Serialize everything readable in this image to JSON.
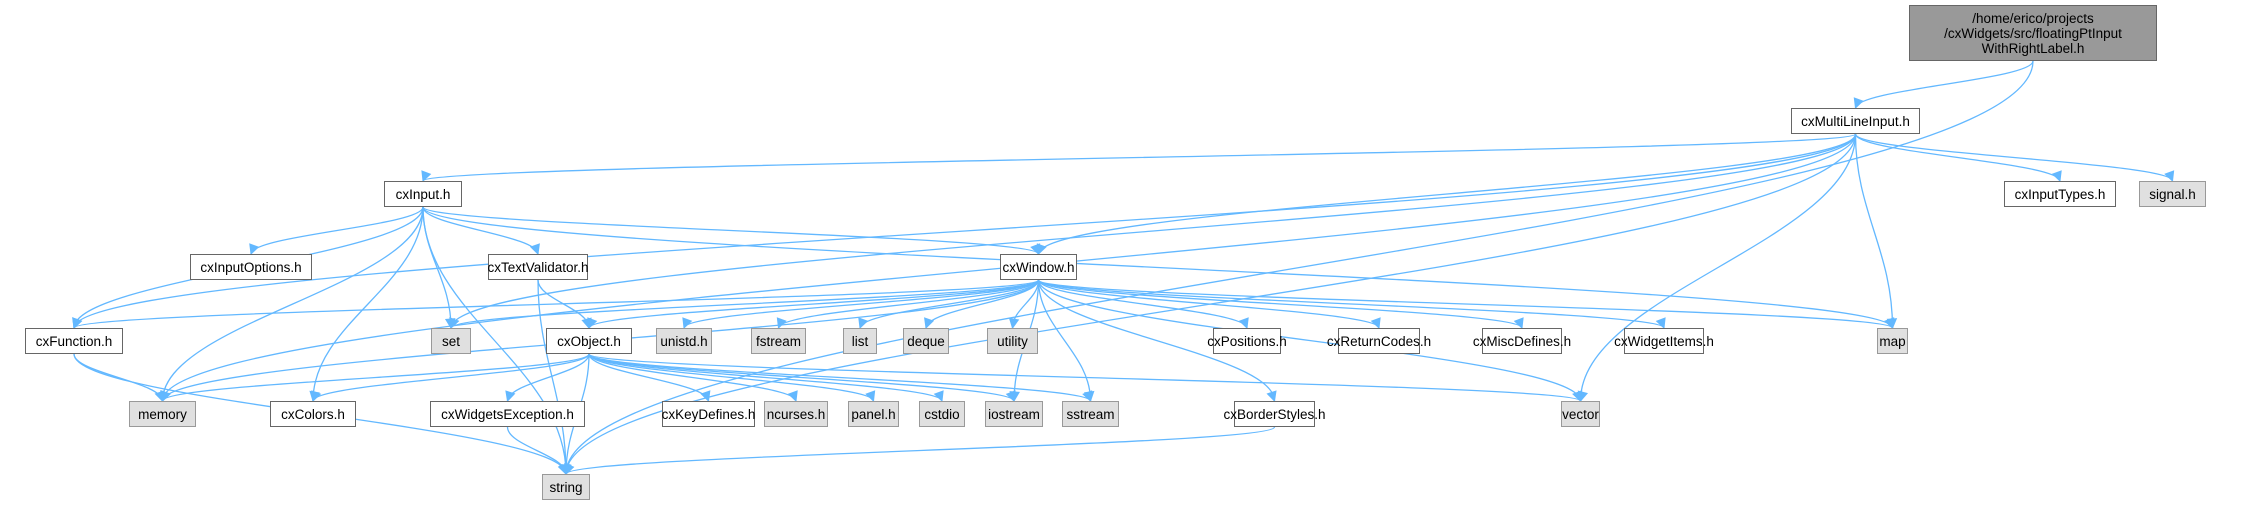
{
  "graph": {
    "root": {
      "id": "root",
      "label": "/home/erico/projects\n/cxWidgets/src/floatingPtInput\nWithRightLabel.h",
      "kind": "root"
    },
    "nodes": [
      {
        "id": "multiline",
        "label": "cxMultiLineInput.h",
        "kind": "project"
      },
      {
        "id": "input",
        "label": "cxInput.h",
        "kind": "project"
      },
      {
        "id": "inputoptions",
        "label": "cxInputOptions.h",
        "kind": "project"
      },
      {
        "id": "textvalidator",
        "label": "cxTextValidator.h",
        "kind": "project"
      },
      {
        "id": "window",
        "label": "cxWindow.h",
        "kind": "project"
      },
      {
        "id": "function",
        "label": "cxFunction.h",
        "kind": "project"
      },
      {
        "id": "set",
        "label": "set",
        "kind": "system"
      },
      {
        "id": "object",
        "label": "cxObject.h",
        "kind": "project"
      },
      {
        "id": "unistd",
        "label": "unistd.h",
        "kind": "system"
      },
      {
        "id": "fstream",
        "label": "fstream",
        "kind": "system"
      },
      {
        "id": "list",
        "label": "list",
        "kind": "system"
      },
      {
        "id": "deque",
        "label": "deque",
        "kind": "system"
      },
      {
        "id": "utility",
        "label": "utility",
        "kind": "system"
      },
      {
        "id": "positions",
        "label": "cxPositions.h",
        "kind": "project"
      },
      {
        "id": "returncodes",
        "label": "cxReturnCodes.h",
        "kind": "project"
      },
      {
        "id": "miscdefines",
        "label": "cxMiscDefines.h",
        "kind": "project"
      },
      {
        "id": "widgetitems",
        "label": "cxWidgetItems.h",
        "kind": "project"
      },
      {
        "id": "map",
        "label": "map",
        "kind": "system"
      },
      {
        "id": "inputtypes",
        "label": "cxInputTypes.h",
        "kind": "project"
      },
      {
        "id": "signal",
        "label": "signal.h",
        "kind": "system"
      },
      {
        "id": "memory",
        "label": "memory",
        "kind": "system"
      },
      {
        "id": "colors",
        "label": "cxColors.h",
        "kind": "project"
      },
      {
        "id": "widgetsexception",
        "label": "cxWidgetsException.h",
        "kind": "project"
      },
      {
        "id": "keydefines",
        "label": "cxKeyDefines.h",
        "kind": "project"
      },
      {
        "id": "ncurses",
        "label": "ncurses.h",
        "kind": "system"
      },
      {
        "id": "panel",
        "label": "panel.h",
        "kind": "system"
      },
      {
        "id": "cstdio",
        "label": "cstdio",
        "kind": "system"
      },
      {
        "id": "iostream",
        "label": "iostream",
        "kind": "system"
      },
      {
        "id": "sstream",
        "label": "sstream",
        "kind": "system"
      },
      {
        "id": "borderstyles",
        "label": "cxBorderStyles.h",
        "kind": "project"
      },
      {
        "id": "vector",
        "label": "vector",
        "kind": "system"
      },
      {
        "id": "string",
        "label": "string",
        "kind": "system"
      }
    ],
    "edges": [
      [
        "root",
        "multiline"
      ],
      [
        "root",
        "string"
      ],
      [
        "multiline",
        "input"
      ],
      [
        "multiline",
        "window"
      ],
      [
        "multiline",
        "function"
      ],
      [
        "multiline",
        "memory"
      ],
      [
        "multiline",
        "set"
      ],
      [
        "multiline",
        "map"
      ],
      [
        "multiline",
        "vector"
      ],
      [
        "multiline",
        "string"
      ],
      [
        "multiline",
        "inputtypes"
      ],
      [
        "multiline",
        "signal"
      ],
      [
        "input",
        "inputoptions"
      ],
      [
        "input",
        "textvalidator"
      ],
      [
        "input",
        "window"
      ],
      [
        "input",
        "function"
      ],
      [
        "input",
        "memory"
      ],
      [
        "input",
        "set"
      ],
      [
        "input",
        "colors"
      ],
      [
        "input",
        "string"
      ],
      [
        "input",
        "map"
      ],
      [
        "textvalidator",
        "object"
      ],
      [
        "textvalidator",
        "string"
      ],
      [
        "window",
        "object"
      ],
      [
        "window",
        "unistd"
      ],
      [
        "window",
        "fstream"
      ],
      [
        "window",
        "list"
      ],
      [
        "window",
        "deque"
      ],
      [
        "window",
        "utility"
      ],
      [
        "window",
        "positions"
      ],
      [
        "window",
        "returncodes"
      ],
      [
        "window",
        "miscdefines"
      ],
      [
        "window",
        "widgetitems"
      ],
      [
        "window",
        "map"
      ],
      [
        "window",
        "set"
      ],
      [
        "window",
        "function"
      ],
      [
        "window",
        "memory"
      ],
      [
        "window",
        "iostream"
      ],
      [
        "window",
        "sstream"
      ],
      [
        "window",
        "borderstyles"
      ],
      [
        "window",
        "vector"
      ],
      [
        "function",
        "memory"
      ],
      [
        "function",
        "string"
      ],
      [
        "object",
        "memory"
      ],
      [
        "object",
        "colors"
      ],
      [
        "object",
        "widgetsexception"
      ],
      [
        "object",
        "string"
      ],
      [
        "object",
        "keydefines"
      ],
      [
        "object",
        "ncurses"
      ],
      [
        "object",
        "panel"
      ],
      [
        "object",
        "cstdio"
      ],
      [
        "object",
        "iostream"
      ],
      [
        "object",
        "sstream"
      ],
      [
        "object",
        "vector"
      ],
      [
        "widgetsexception",
        "string"
      ],
      [
        "borderstyles",
        "string"
      ]
    ],
    "colors": {
      "edge": "#63b8ff",
      "project_fill": "#ffffff",
      "system_fill": "#e0e0e0",
      "root_fill": "#999999"
    }
  }
}
